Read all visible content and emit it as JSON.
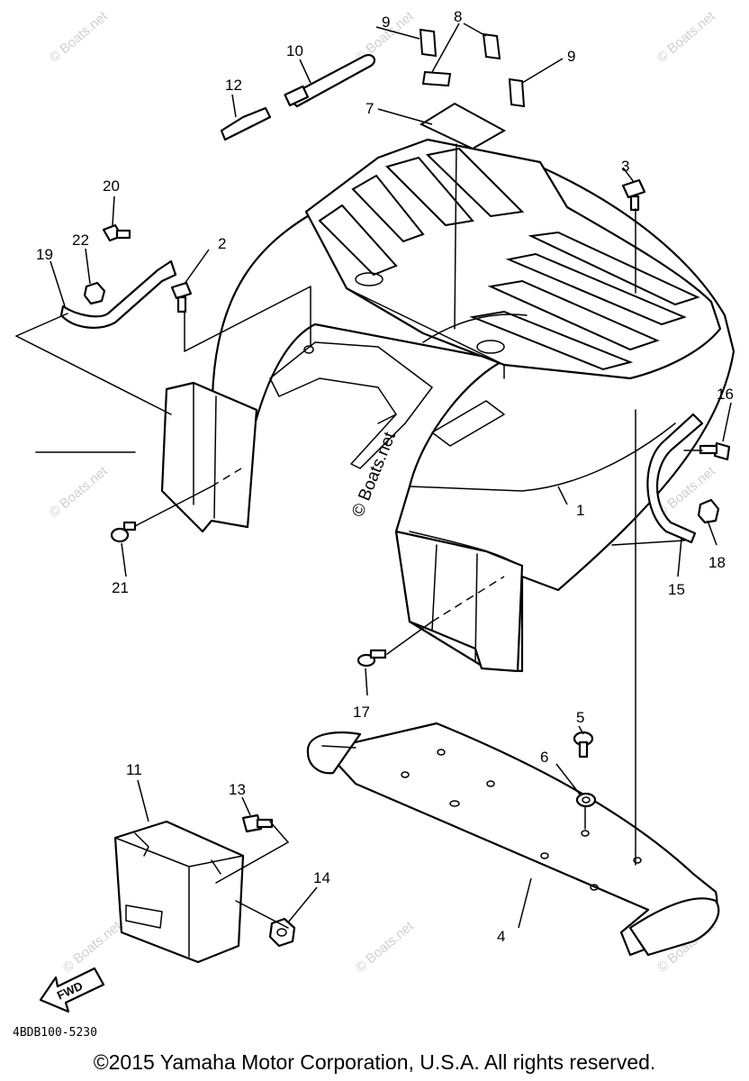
{
  "callouts": {
    "p1": "1",
    "p2": "2",
    "p3": "3",
    "p4": "4",
    "p5": "5",
    "p6": "6",
    "p7": "7",
    "p8": "8",
    "p9a": "9",
    "p9b": "9",
    "p10": "10",
    "p11": "11",
    "p12": "12",
    "p13": "13",
    "p14": "14",
    "p15": "15",
    "p16": "16",
    "p17": "17",
    "p18": "18",
    "p19": "19",
    "p20": "20",
    "p21": "21",
    "p22": "22"
  },
  "labels": {
    "fwd": "FWD"
  },
  "watermark": {
    "text": "© Boats.net"
  },
  "footer": {
    "diagram_code": "4BDB100-5230",
    "copyright": "©2015 Yamaha Motor Corporation, U.S.A. All rights reserved."
  }
}
